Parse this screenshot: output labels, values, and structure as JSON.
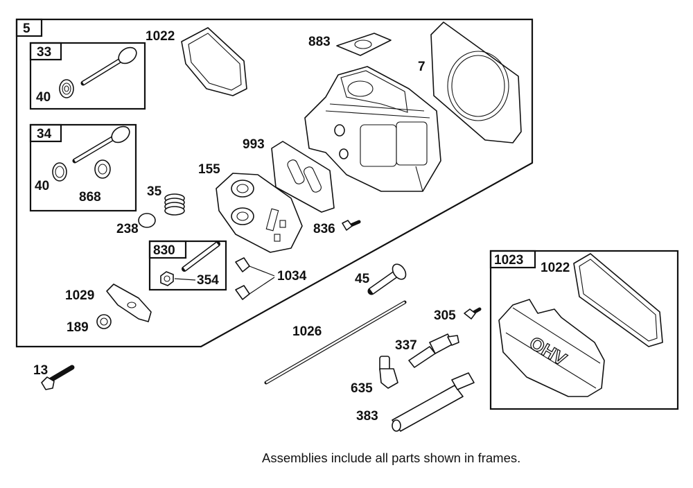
{
  "frames": {
    "main": "5",
    "valve_assembly_1": "33",
    "valve_assembly_2": "34",
    "stud_assembly": "830",
    "cover_assembly": "1023"
  },
  "labels": {
    "p1022": "1022",
    "p883": "883",
    "p7": "7",
    "p40a": "40",
    "p40b": "40",
    "p868": "868",
    "p993": "993",
    "p155": "155",
    "p35": "35",
    "p238": "238",
    "p836": "836",
    "p354": "354",
    "p1034": "1034",
    "p1029": "1029",
    "p189": "189",
    "p45": "45",
    "p1026": "1026",
    "p305": "305",
    "p337": "337",
    "p635": "635",
    "p383": "383",
    "p13": "13",
    "p1022b": "1022"
  },
  "note": "Assemblies include all parts shown in frames."
}
